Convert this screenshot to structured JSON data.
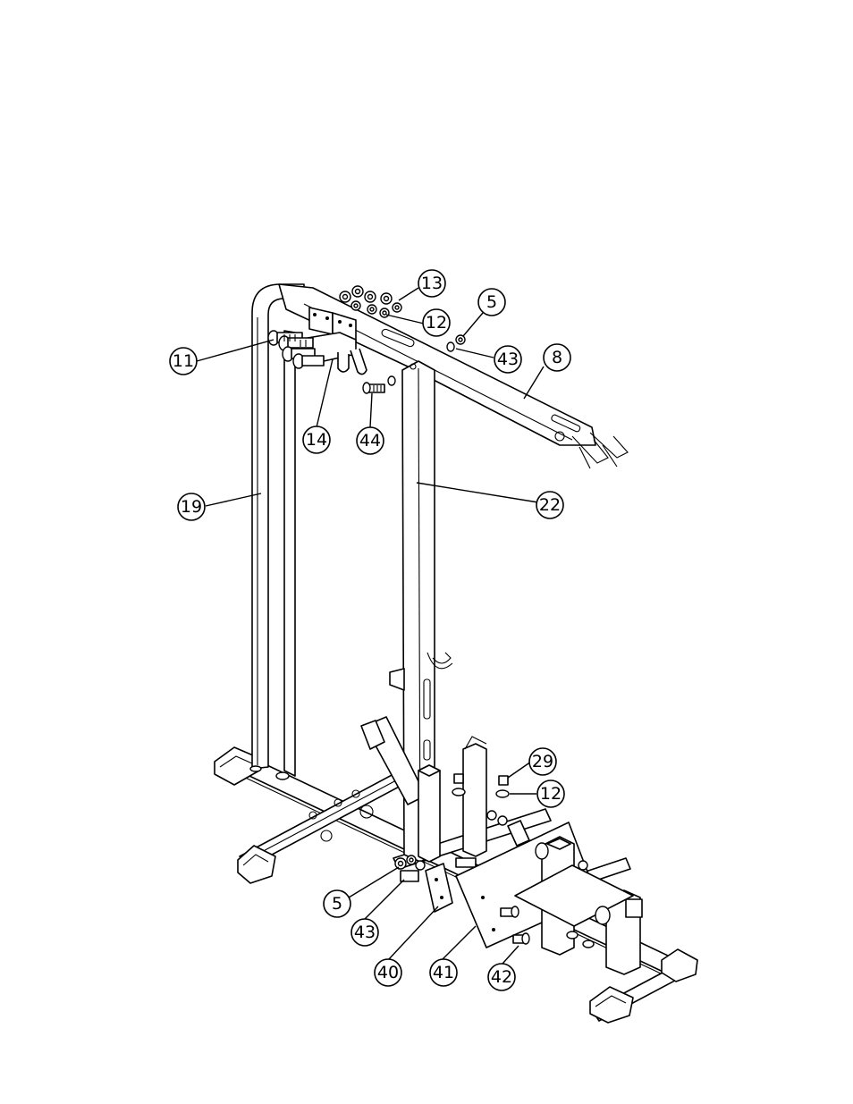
{
  "callouts": [
    {
      "id": "c13",
      "label": "13"
    },
    {
      "id": "c12a",
      "label": "12"
    },
    {
      "id": "c5a",
      "label": "5"
    },
    {
      "id": "c43a",
      "label": "43"
    },
    {
      "id": "c8",
      "label": "8"
    },
    {
      "id": "c11",
      "label": "11"
    },
    {
      "id": "c14",
      "label": "14"
    },
    {
      "id": "c44",
      "label": "44"
    },
    {
      "id": "c19",
      "label": "19"
    },
    {
      "id": "c22",
      "label": "22"
    },
    {
      "id": "c29",
      "label": "29"
    },
    {
      "id": "c12b",
      "label": "12"
    },
    {
      "id": "c5b",
      "label": "5"
    },
    {
      "id": "c43b",
      "label": "43"
    },
    {
      "id": "c40",
      "label": "40"
    },
    {
      "id": "c41",
      "label": "41"
    },
    {
      "id": "c42",
      "label": "42"
    }
  ]
}
